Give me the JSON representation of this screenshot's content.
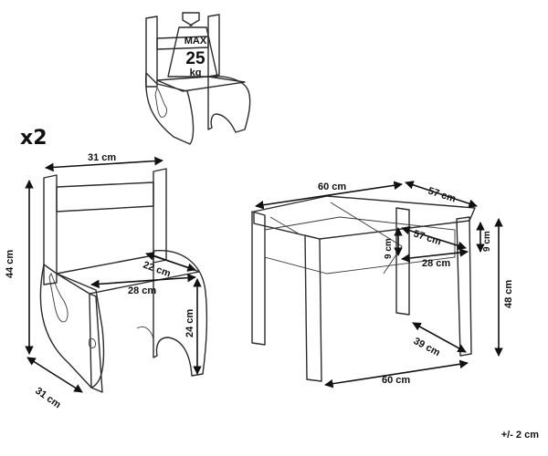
{
  "weight_limit": {
    "max": "MAX",
    "value": "25",
    "unit": "kg"
  },
  "quantity": "x2",
  "chair_dims": {
    "width_top": "31 cm",
    "height": "44 cm",
    "depth_bottom": "31 cm",
    "seat_depth": "22 cm",
    "seat_width": "28 cm",
    "seat_height": "24 cm"
  },
  "table_dims": {
    "width_top": "60 cm",
    "depth_top": "57 cm",
    "shelf_depth": "57 cm",
    "shelf_height_left": "9 cm",
    "shelf_height_right": "9 cm",
    "shelf_width": "28 cm",
    "height": "48 cm",
    "depth_bottom": "39 cm",
    "width_bottom": "60 cm"
  },
  "tolerance": "+/- 2 cm"
}
